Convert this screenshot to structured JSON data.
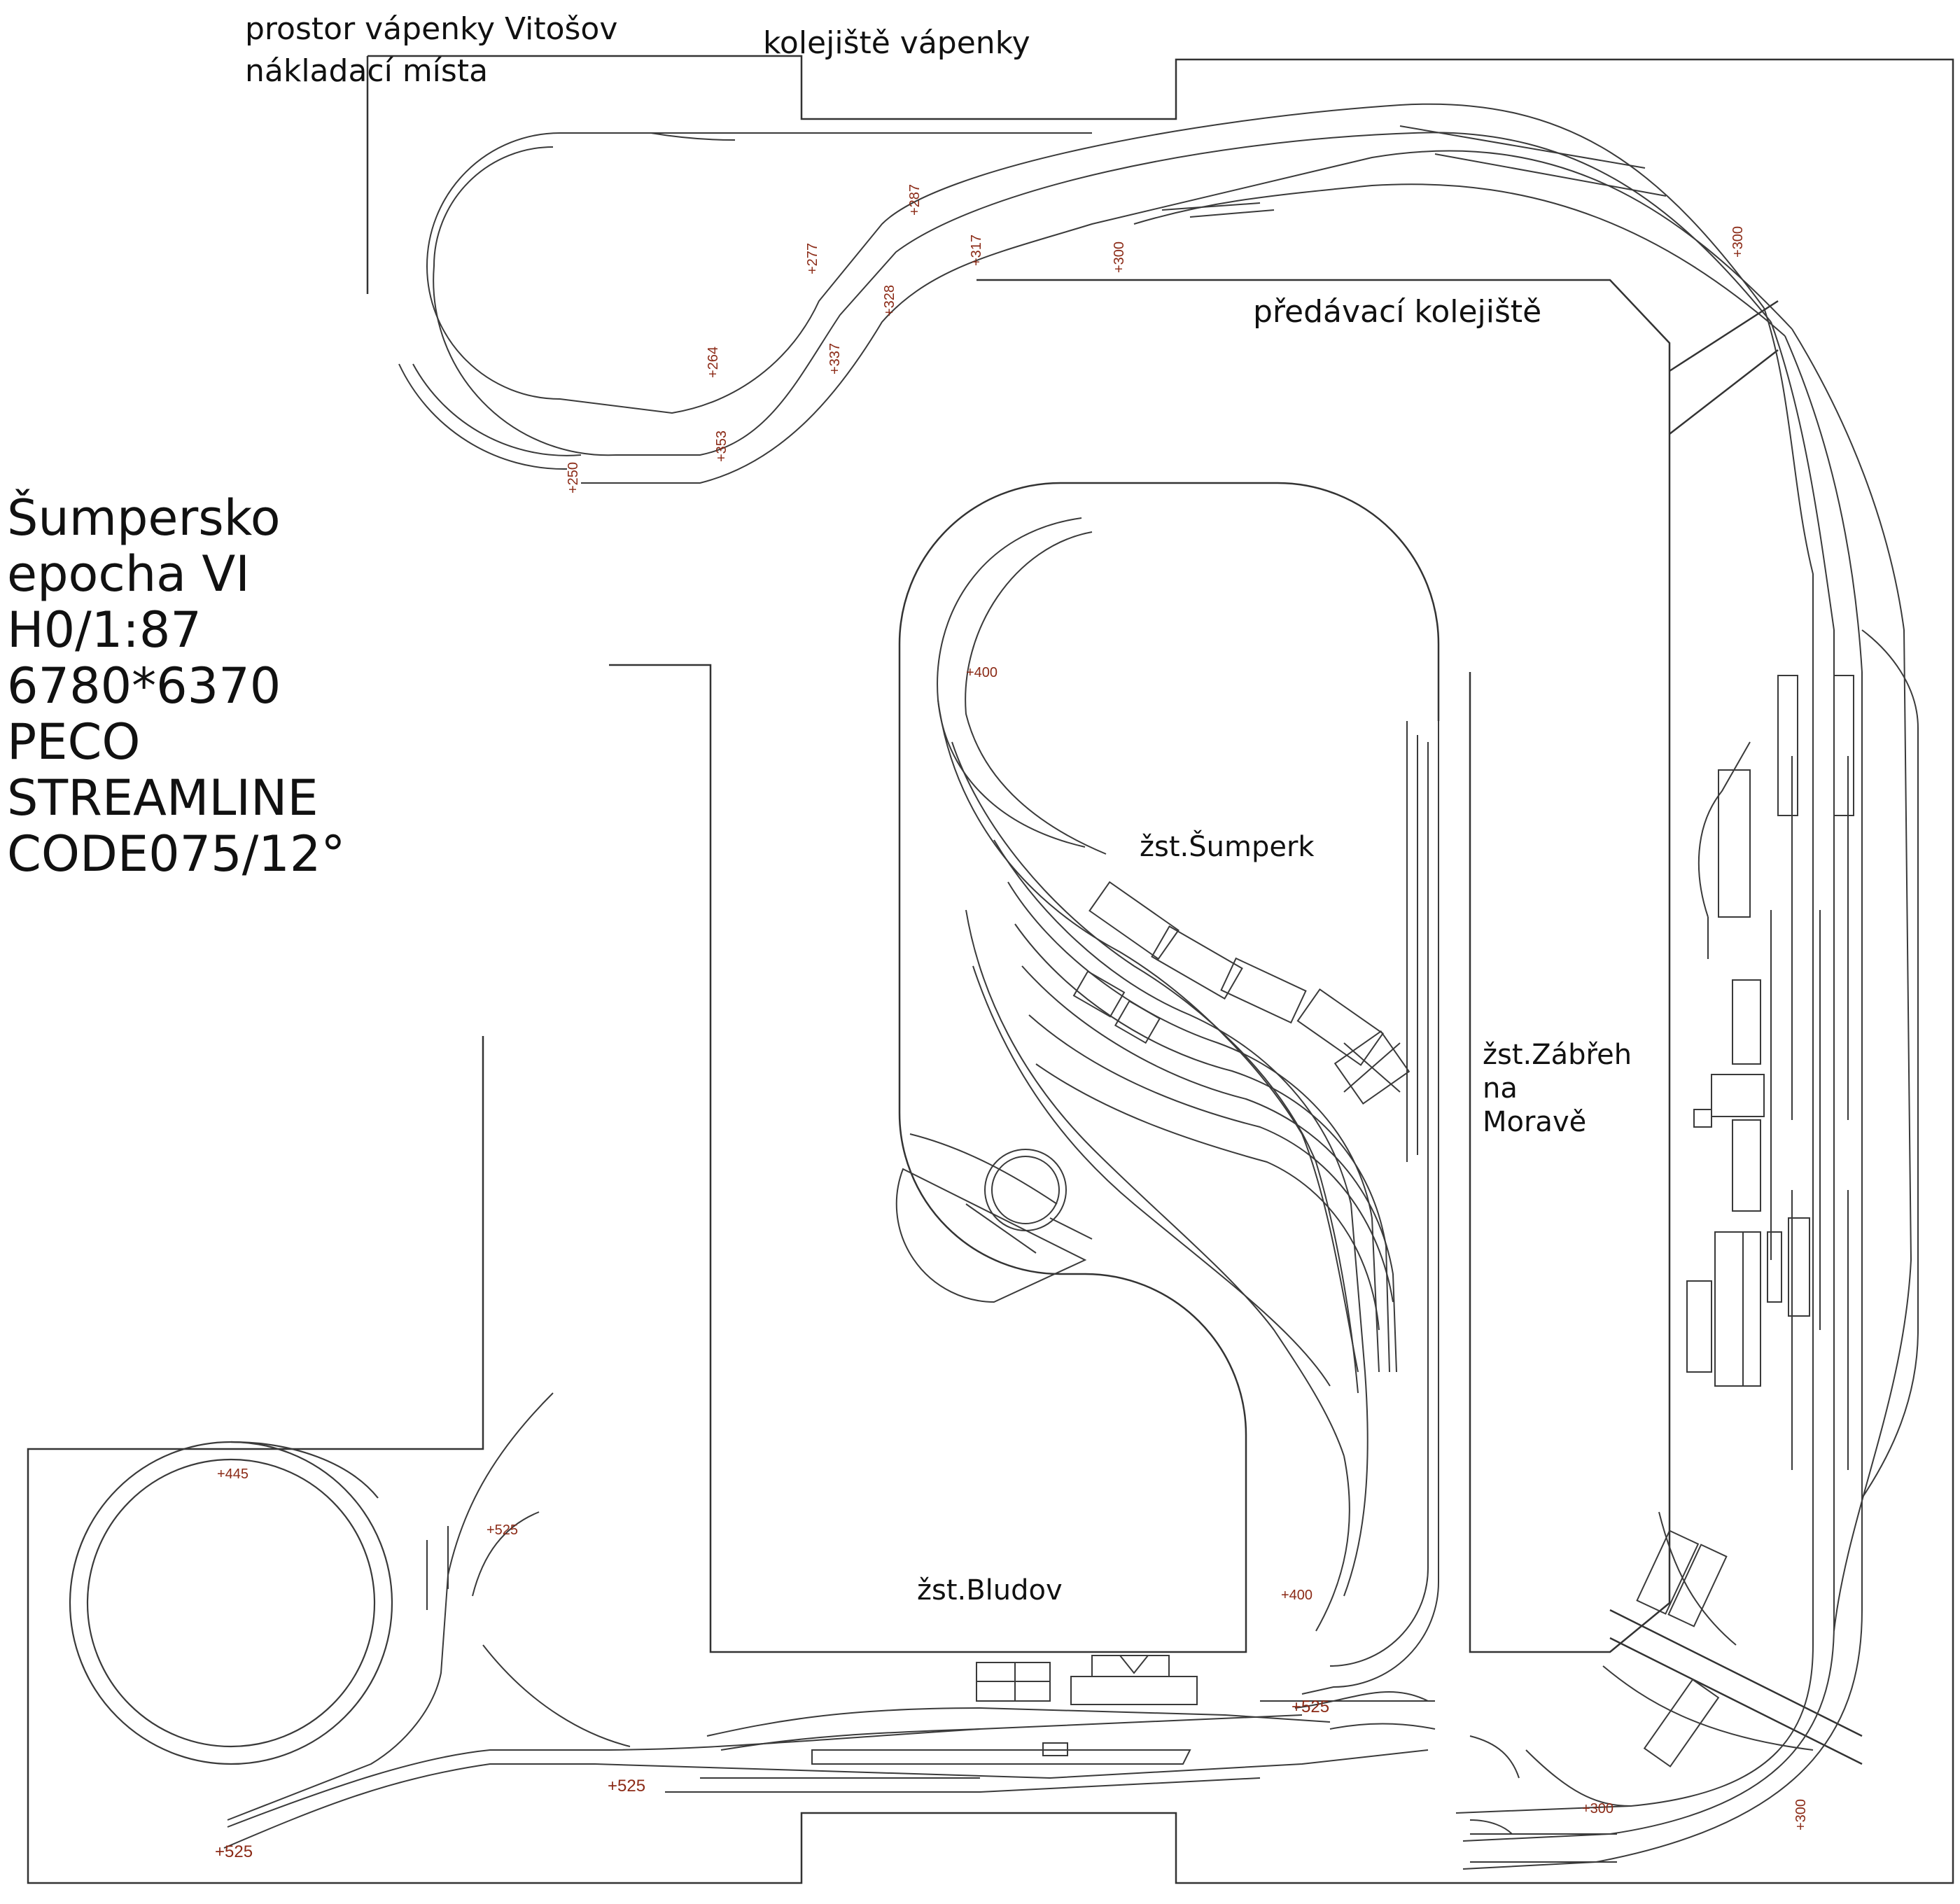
{
  "labels": {
    "vitosov_line1": "prostor vápenky Vitošov",
    "vitosov_line2": "nákladací místa",
    "kolejiste_vapenky": "kolejiště vápenky",
    "predavaci": "předávací kolejiště",
    "sumperk": "žst.Šumperk",
    "zabreh_1": "žst.Zábřeh",
    "zabreh_2": "na",
    "zabreh_3": "Moravě",
    "bludov": "žst.Bludov"
  },
  "title_block": [
    "Šumpersko",
    "epocha VI",
    "H0/1:87",
    "6780*6370",
    "PECO",
    "STREAMLINE",
    "CODE075/12°"
  ],
  "elevations": {
    "e250": "+250",
    "e353": "+353",
    "e264": "+264",
    "e337": "+337",
    "e277": "+277",
    "e328": "+328",
    "e287": "+287",
    "e317": "+317",
    "e300_top": "+300",
    "e300_right": "+300",
    "e400_top": "+400",
    "e400_bottom": "+400",
    "e445": "+445",
    "e525_a": "+525",
    "e525_b": "+525",
    "e525_c": "+525",
    "e525_d": "+525",
    "e300_bottom_a": "+300",
    "e300_bottom_b": "+300"
  },
  "colors": {
    "line": "#3a3a3a",
    "elevation": "#8b2a16"
  }
}
